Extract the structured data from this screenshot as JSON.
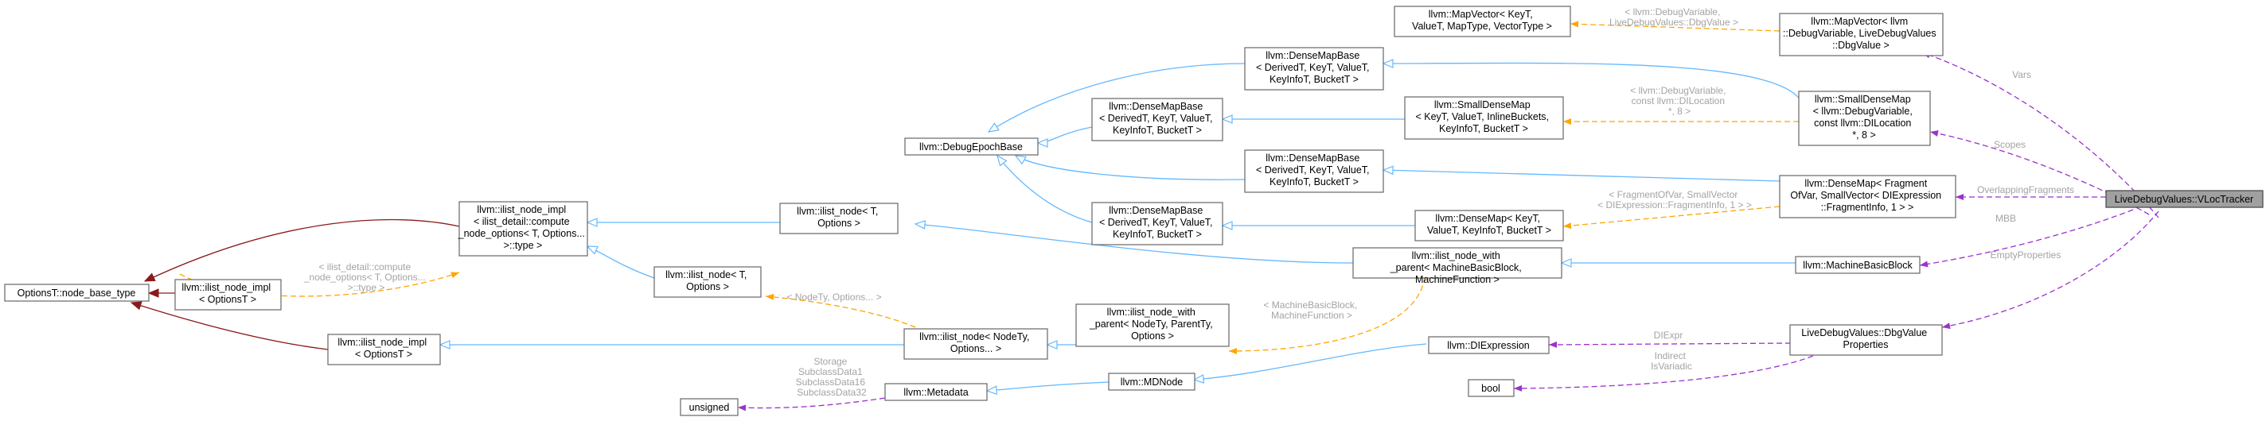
{
  "nodes": {
    "vloc": [
      "LiveDebugValues::VLocTracker"
    ],
    "dbgvalprops": [
      "LiveDebugValues::DbgValue",
      "Properties"
    ],
    "mbb": [
      "llvm::MachineBasicBlock"
    ],
    "densemap_frag": [
      "llvm::DenseMap< Fragment",
      "OfVar, SmallVector< DIExpression",
      "::FragmentInfo, 1 > >"
    ],
    "smalldensemap_inst": [
      "llvm::SmallDenseMap",
      "< llvm::DebugVariable,",
      "const llvm::DILocation",
      "*, 8 >"
    ],
    "mapvector_inst": [
      "llvm::MapVector< llvm",
      "::DebugVariable, LiveDebugValues",
      "::DbgValue >"
    ],
    "mapvector": [
      "llvm::MapVector< KeyT,",
      "ValueT, MapType, VectorType >"
    ],
    "smalldensemap": [
      "llvm::SmallDenseMap",
      "< KeyT, ValueT, InlineBuckets,",
      "KeyInfoT, BucketT >"
    ],
    "densemap": [
      "llvm::DenseMap< KeyT,",
      "ValueT, KeyInfoT, BucketT >"
    ],
    "dmb1": [
      "llvm::DenseMapBase",
      "< DerivedT, KeyT, ValueT,",
      "KeyInfoT, BucketT >"
    ],
    "dmb2": [
      "llvm::DenseMapBase",
      "< DerivedT, KeyT, ValueT,",
      "KeyInfoT, BucketT >"
    ],
    "dmb3": [
      "llvm::DenseMapBase",
      "< DerivedT, KeyT, ValueT,",
      "KeyInfoT, BucketT >"
    ],
    "dmb4": [
      "llvm::DenseMapBase",
      "< DerivedT, KeyT, ValueT,",
      "KeyInfoT, BucketT >"
    ],
    "epoch": [
      "llvm::DebugEpochBase"
    ],
    "ilist_with_parent_inst": [
      "llvm::ilist_node_with",
      "_parent< MachineBasicBlock,",
      "MachineFunction >"
    ],
    "ilist_with_parent": [
      "llvm::ilist_node_with",
      "_parent< NodeTy, ParentTy,",
      "Options >"
    ],
    "ilist_node_T": [
      "llvm::ilist_node< T,",
      "Options >"
    ],
    "ilist_node_T2": [
      "llvm::ilist_node< T,",
      "Options >"
    ],
    "ilist_node_nodety": [
      "llvm::ilist_node< NodeTy,",
      "Options... >"
    ],
    "ilist_impl_compute": [
      "llvm::ilist_node_impl",
      "< ilist_detail::compute",
      "_node_options< T, Options...",
      ">::type >"
    ],
    "ilist_impl_opt1": [
      "llvm::ilist_node_impl",
      "< OptionsT >"
    ],
    "ilist_impl_opt2": [
      "llvm::ilist_node_impl",
      "< OptionsT >"
    ],
    "node_base": [
      "OptionsT::node_base_type"
    ],
    "diexpr": [
      "llvm::DIExpression"
    ],
    "mdnode": [
      "llvm::MDNode"
    ],
    "metadata": [
      "llvm::Metadata"
    ],
    "unsigned": [
      "unsigned"
    ],
    "bool": [
      "bool"
    ]
  },
  "edge_labels": {
    "vars": [
      "Vars"
    ],
    "scopes": [
      "Scopes"
    ],
    "overlapping": [
      "OverlappingFragments"
    ],
    "mbb": [
      "MBB"
    ],
    "emptyprops": [
      "EmptyProperties"
    ],
    "mapvector_tpl": [
      "< llvm::DebugVariable,",
      "LiveDebugValues::DbgValue >"
    ],
    "smalldensemap_tpl": [
      "< llvm::DebugVariable,",
      "const llvm::DILocation",
      "*, 8 >"
    ],
    "densemap_tpl": [
      "< FragmentOfVar, SmallVector",
      "< DIExpression::FragmentInfo, 1 > >"
    ],
    "ilist_parent_tpl": [
      "< MachineBasicBlock,",
      "MachineFunction >"
    ],
    "nodety_tpl": [
      "< NodeTy, Options... >"
    ],
    "compute_tpl": [
      "< ilist_detail::compute",
      "_node_options< T, Options...",
      ">::type >"
    ],
    "diexpr": [
      "DIExpr"
    ],
    "indirect": [
      "Indirect",
      "IsVariadic"
    ],
    "storage": [
      "Storage",
      "SubclassData1",
      "SubclassData16",
      "SubclassData32"
    ]
  }
}
